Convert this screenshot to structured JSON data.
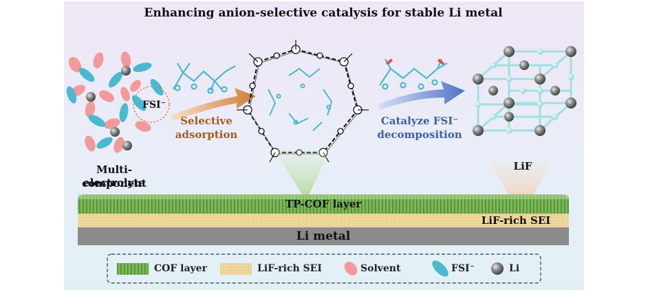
{
  "title": "Enhancing anion-selective catalysis for stable Li metal",
  "electrolyte": {
    "label_line1": "Multi-component",
    "label_line2": "electrolyte",
    "anion_tag": "FSI⁻"
  },
  "step1": {
    "line1": "Selective",
    "line2": "adsorption"
  },
  "step2": {
    "line1": "Catalyze FSI⁻",
    "line2": "decomposition"
  },
  "product_label": "LiF",
  "layers": {
    "cof": "TP-COF layer",
    "sei": "LiF-rich SEI",
    "metal": "Li metal"
  },
  "legend": [
    {
      "label": "COF layer"
    },
    {
      "label": "LiF-rich SEI"
    },
    {
      "label": "Solvent"
    },
    {
      "label": "FSI⁻"
    },
    {
      "label": "Li"
    }
  ],
  "colors": {
    "cof_green": "#7db75a",
    "sei_tan": "#ecd59c",
    "metal_gray": "#8c8c8c",
    "solvent_pink": "#f09898",
    "fsi_cyan": "#49b9d1",
    "li_gray": "#7a7a7a",
    "arrow_orange": "#d28a4c",
    "arrow_blue": "#5b7fc6",
    "text_brown": "#a85a1e",
    "text_blue": "#3b5fa8"
  }
}
